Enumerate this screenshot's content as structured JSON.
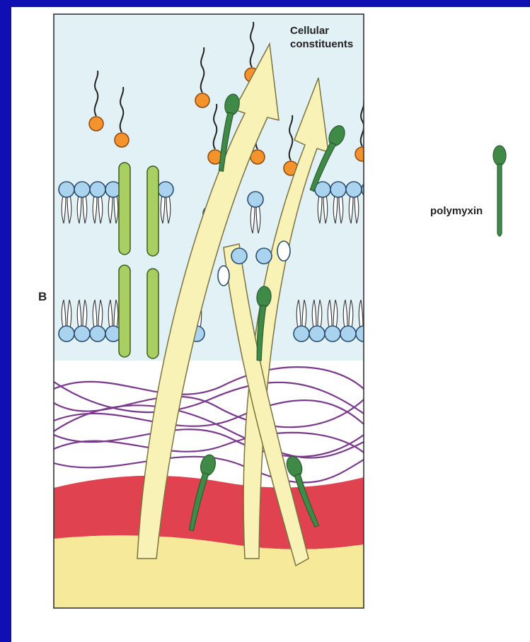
{
  "panel": {
    "label": "B"
  },
  "arrows": {
    "label_line1": "Cellular",
    "label_line2": "constituents"
  },
  "legend": {
    "label": "polymyxin",
    "icon": "polymyxin-molecule-icon"
  },
  "colors": {
    "frame_border": "#0f0fb4",
    "background": "#ffffff",
    "medium": "#e2f1f6",
    "phospholipid_head": "#a9d3ef",
    "lipid_head_orange": "#f4922c",
    "membrane_protein": "#a8cf62",
    "polymyxin": "#3f8a47",
    "peptidoglycan": "#7a3a8c",
    "inner_layer_red": "#e0434f",
    "cytoplasm": "#f6ea9a",
    "arrow_fill": "#f8f2b6"
  }
}
